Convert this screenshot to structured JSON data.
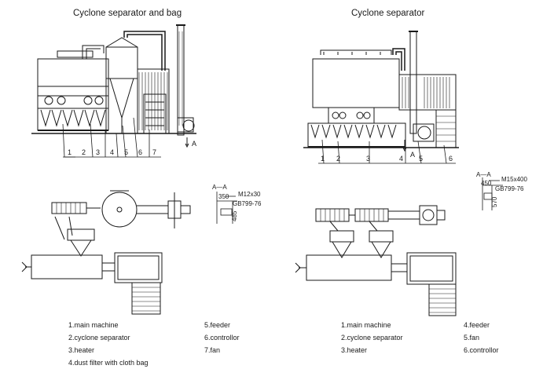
{
  "left": {
    "title": "Cyclone separator and bag",
    "callouts": [
      "1",
      "2",
      "3",
      "4",
      "5",
      "6",
      "7"
    ],
    "section_mark": "A",
    "section": {
      "label": "A—A",
      "dim_a": "350",
      "bolt": "M12x30",
      "std": "GB799-76",
      "dim_b": "485"
    },
    "legend_col1": [
      "1.main machine",
      "2.cyclone separator",
      "3.heater",
      "4.dust filter with cloth bag"
    ],
    "legend_col2": [
      "5.feeder",
      "6.controllor",
      "7.fan"
    ]
  },
  "right": {
    "title": "Cyclone separator",
    "callouts": [
      "1",
      "2",
      "3",
      "4",
      "5",
      "6"
    ],
    "section_mark": "A",
    "section": {
      "label": "A—A",
      "dim_a": "450",
      "bolt": "M15x400",
      "std": "GB799-76",
      "dim_b": "570"
    },
    "legend_col1": [
      "1.main machine",
      "2.cyclone separator",
      "3.heater"
    ],
    "legend_col2": [
      "4.feeder",
      "5.fan",
      "6.controllor"
    ]
  }
}
